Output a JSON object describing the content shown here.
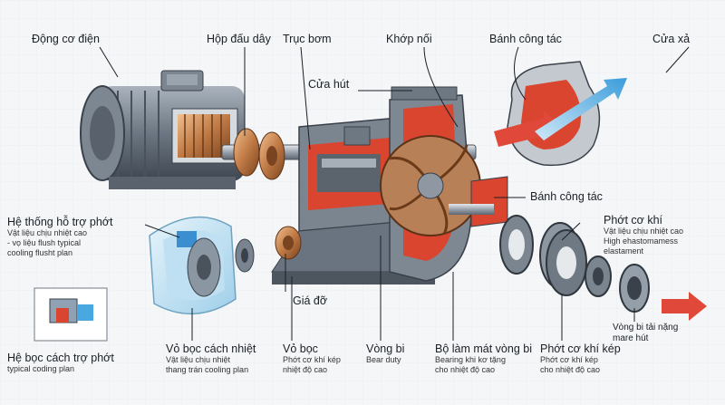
{
  "labels": {
    "motor": "Động cơ điện",
    "terminal_box": "Hộp đấu dây",
    "shaft": "Trục bơm",
    "coupling": "Khớp nối",
    "impeller_top": "Bánh công tác",
    "discharge": "Cửa xả",
    "suction": "Cửa hút",
    "impeller_mid": "Bánh công tác",
    "seal_support": "Hệ thống hỗ trợ phớt",
    "seal_support_note1": "Vật liệu chịu nhiệt cao",
    "seal_support_note2": "- vọ liệu flush typical",
    "seal_support_note3": "cooling flusht plan",
    "mech_seal": "Phớt cơ khí",
    "mech_seal_note1": "Vật liệu chịu nhiệt cao",
    "mech_seal_note2": "High ehastomamess",
    "mech_seal_note3": "elastament",
    "bracket": "Giá đỡ",
    "seal_jacket": "Hệ bọc cách trợ phớt",
    "seal_jacket_note": "typical coding plan",
    "insulation": "Vỏ bọc cách nhiệt",
    "insulation_note1": "Vật liệu chịu nhiệt",
    "insulation_note2": "thang trán cooling plan",
    "casing": "Vỏ bọc",
    "casing_note1": "Phớt cơ khí kép",
    "casing_note2": "nhiệt độ cao",
    "bearing": "Vòng bi",
    "bearing_note": "Bear duty",
    "bearing_cooler": "Bộ làm mát vòng bi",
    "bearing_cooler_note1": "Bearing khi kơ tặng",
    "bearing_cooler_note2": "cho nhiệt độ cao",
    "double_seal": "Phớt cơ khí kép",
    "double_seal_note1": "Phớt cơ khí kép",
    "double_seal_note2": "cho nhiệt độ cao",
    "load_bearing1": "Vòng bi tải nặng",
    "load_bearing2": "mare hút"
  },
  "colors": {
    "casing_red": "#d9452f",
    "steel": "#8b96a3",
    "copper": "#c07a45",
    "flow_blue": "#4aa8e0",
    "flow_red": "#e0483a"
  }
}
